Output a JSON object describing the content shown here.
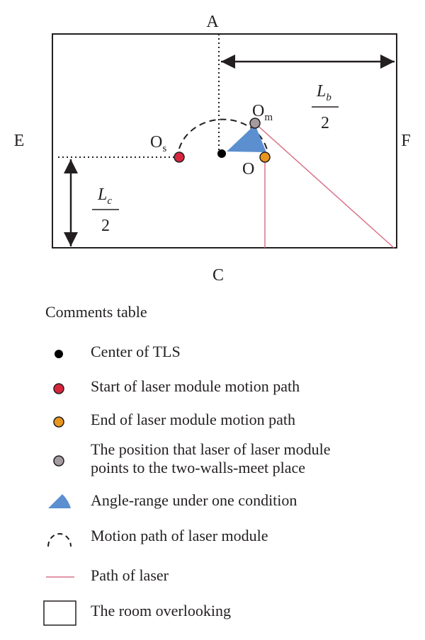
{
  "diagram": {
    "labels": {
      "top": "A",
      "bottom": "C",
      "left": "E",
      "right": "F",
      "os_main": "O",
      "os_sub": "s",
      "om_main": "O",
      "om_sub": "m",
      "o": "O",
      "lb_main": "L",
      "lb_sub": "b",
      "lb_den": "2",
      "lc_main": "L",
      "lc_sub": "c",
      "lc_den": "2"
    },
    "colors": {
      "line": "#231f20",
      "center_dot": "#000000",
      "start_dot": "#d7263d",
      "end_dot": "#e8961e",
      "meet_dot": "#a59aa0",
      "angle_fill": "#5b8fcf",
      "laser": "#d9738a"
    }
  },
  "legend": {
    "title": "Comments table",
    "items": [
      {
        "icon": "black-dot-icon",
        "text": "Center of TLS"
      },
      {
        "icon": "red-dot-icon",
        "text": "Start of laser module motion path"
      },
      {
        "icon": "orange-dot-icon",
        "text": "End of laser module motion path"
      },
      {
        "icon": "gray-dot-icon",
        "line1": "The position that laser of laser module",
        "line2": "points to the two-walls-meet place"
      },
      {
        "icon": "blue-sector-icon",
        "text": "Angle-range under one condition"
      },
      {
        "icon": "dashed-arc-icon",
        "text": "Motion path of laser module"
      },
      {
        "icon": "pink-line-icon",
        "text": "Path of laser"
      },
      {
        "icon": "rectangle-icon",
        "text": "The room overlooking"
      }
    ]
  }
}
